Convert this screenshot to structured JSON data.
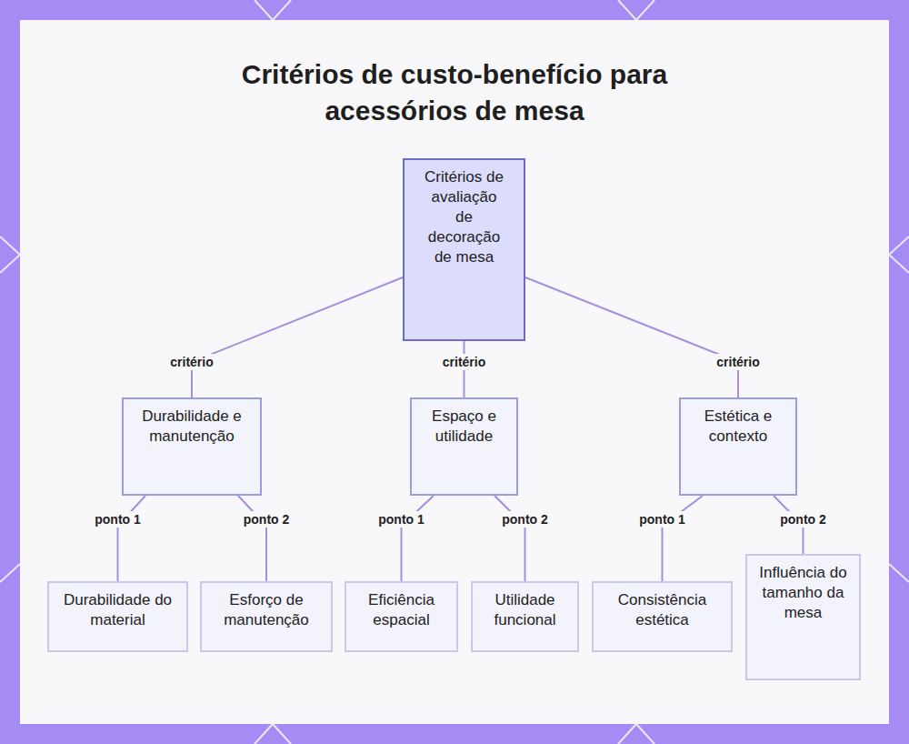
{
  "diagram": {
    "title": "Critérios de custo-benefício para acessórios de mesa",
    "nodes": [
      {
        "text": [
          "Critérios de avaliação de decoração de mesa"
        ]
      },
      {
        "text": [
          "Durabilidade e manutenção"
        ]
      },
      {
        "text": [
          "Espaço e utilidade"
        ]
      },
      {
        "text": [
          "Estética e contexto"
        ]
      },
      {
        "text": [
          "Durabilidade do material"
        ]
      },
      {
        "text": [
          "Esforço de manutenção"
        ]
      },
      {
        "text": [
          "Eficiência espacial"
        ]
      },
      {
        "text": [
          "Utilidade funcional"
        ]
      },
      {
        "text": [
          "Consistência estética"
        ]
      },
      {
        "text": [
          "Influência do tamanho da mesa"
        ]
      }
    ],
    "edges": [
      {
        "from": 0,
        "to": 1,
        "label": "critério",
        "arrow": "none"
      },
      {
        "from": 0,
        "to": 2,
        "label": "critério",
        "arrow": "none"
      },
      {
        "from": 0,
        "to": 3,
        "label": "critério",
        "arrow": "none"
      },
      {
        "from": 1,
        "to": 4,
        "label": "ponto 1",
        "arrow": "none"
      },
      {
        "from": 1,
        "to": 5,
        "label": "ponto 2",
        "arrow": "none"
      },
      {
        "from": 2,
        "to": 6,
        "label": "ponto 1",
        "arrow": "none"
      },
      {
        "from": 2,
        "to": 7,
        "label": "ponto 2",
        "arrow": "none"
      },
      {
        "from": 3,
        "to": 8,
        "label": "ponto 1",
        "arrow": "none"
      },
      {
        "from": 3,
        "to": 9,
        "label": "ponto 2",
        "arrow": "none"
      }
    ]
  }
}
